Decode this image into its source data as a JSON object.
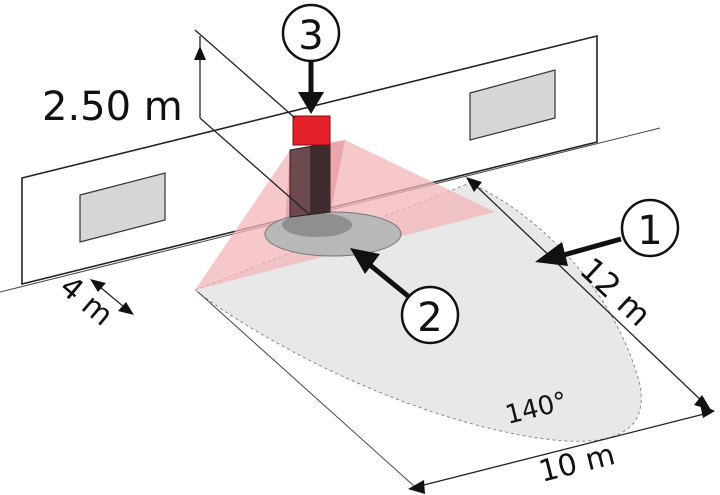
{
  "labels": {
    "height": "2.50 m",
    "width_offset": "4 m",
    "range": "12 m",
    "base": "10 m",
    "angle": "140°"
  },
  "callouts": {
    "c1": "1",
    "c2": "2",
    "c3": "3"
  },
  "colors": {
    "sensor": "#e5212b",
    "cone": "#f3b6ba",
    "detection_area": "#e8e8e8",
    "inner_zone": "#a0a0a0",
    "window": "#d6d6d6",
    "line": "#111111"
  }
}
